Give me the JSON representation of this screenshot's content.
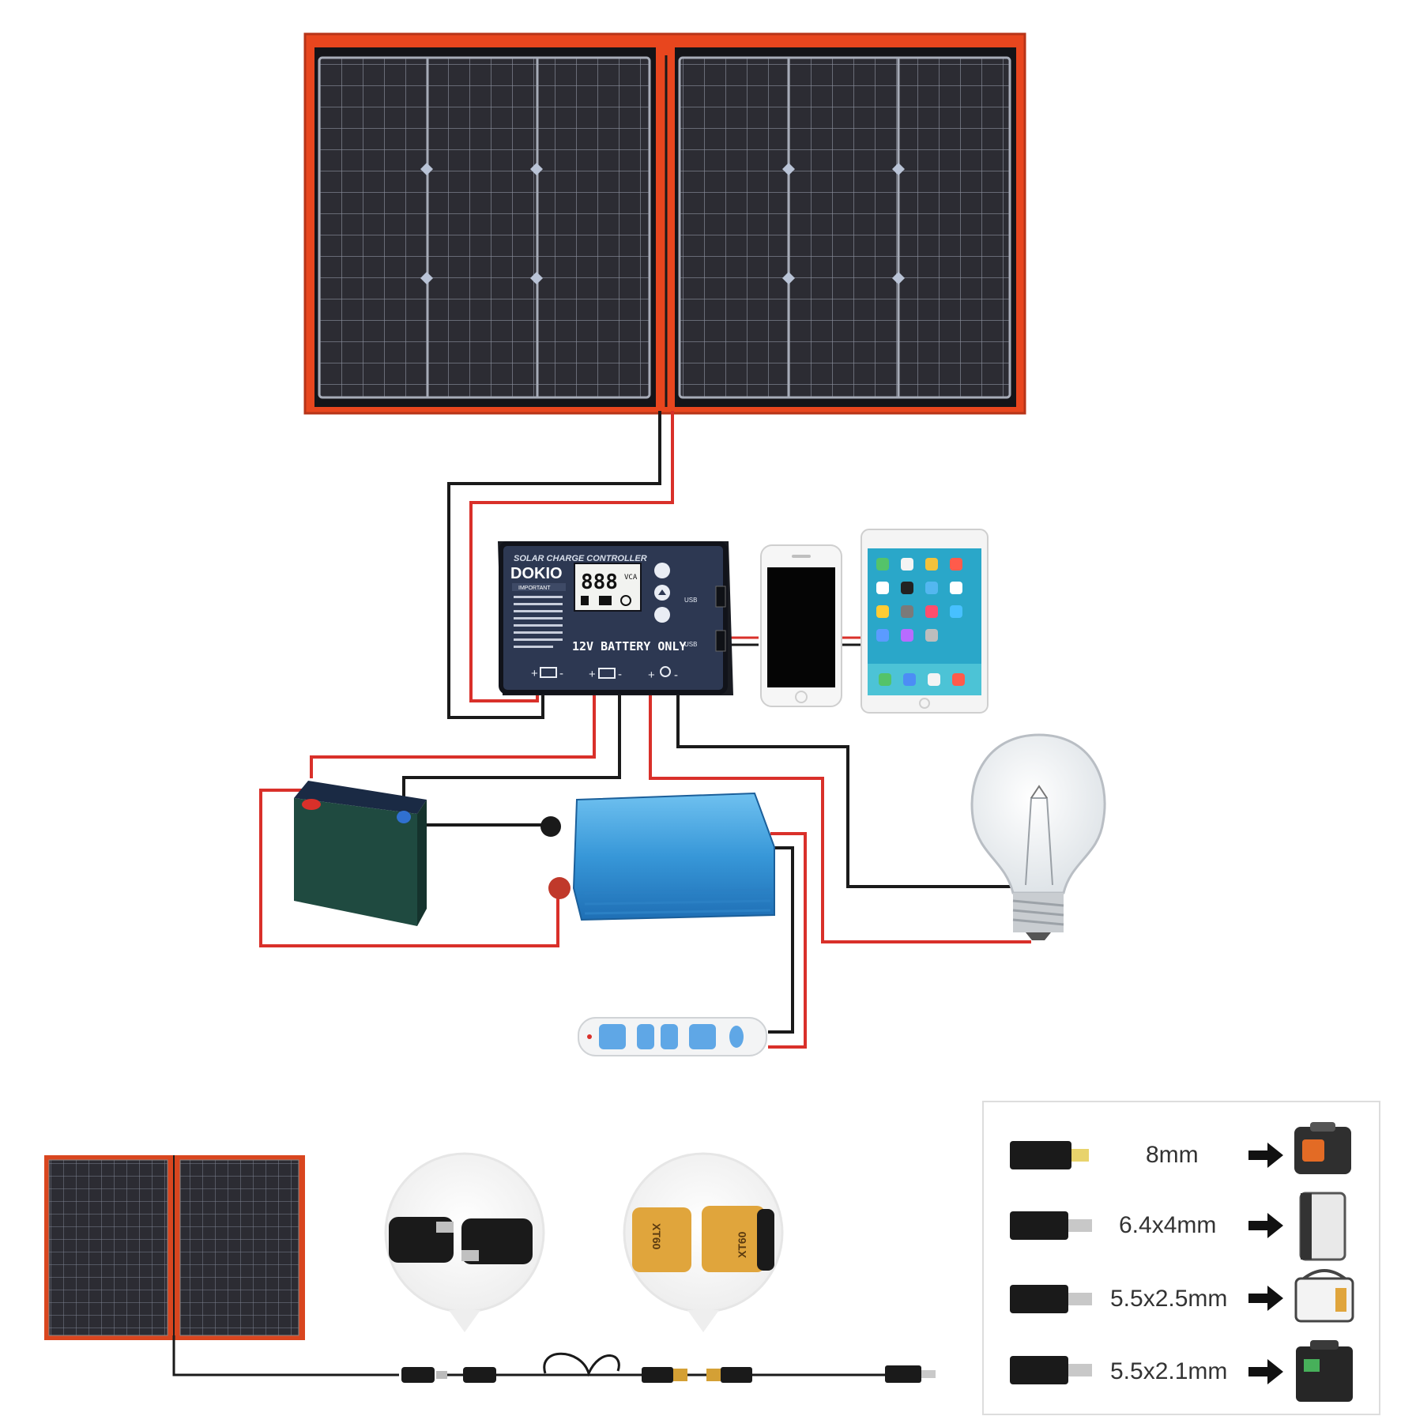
{
  "controller": {
    "header": "SOLAR CHARGE CONTROLLER",
    "brand": "DOKIO",
    "important": "IMPORTANT",
    "lcd_digits": "888",
    "lcd_units": "VCA",
    "battery_note": "12V BATTERY ONLY",
    "usb_label": "USB"
  },
  "connectors": {
    "left_connector_text": "XT60",
    "right_connector_text": "XT60"
  },
  "dc_tips": [
    {
      "label": "8mm",
      "device_icon": "power-station-icon"
    },
    {
      "label": "6.4x4mm",
      "device_icon": "power-bank-icon"
    },
    {
      "label": "5.5x2.5mm",
      "device_icon": "portable-generator-icon"
    },
    {
      "label": "5.5x2.1mm",
      "device_icon": "battery-station-icon"
    }
  ],
  "colors": {
    "panel_frame": "#e8461e",
    "cell": "#2a2a30",
    "wire_red": "#d9302a",
    "wire_black": "#1a1a1a",
    "inverter": "#3a9ee0",
    "battery": "#1f4a40",
    "controller": "#2d3852"
  }
}
